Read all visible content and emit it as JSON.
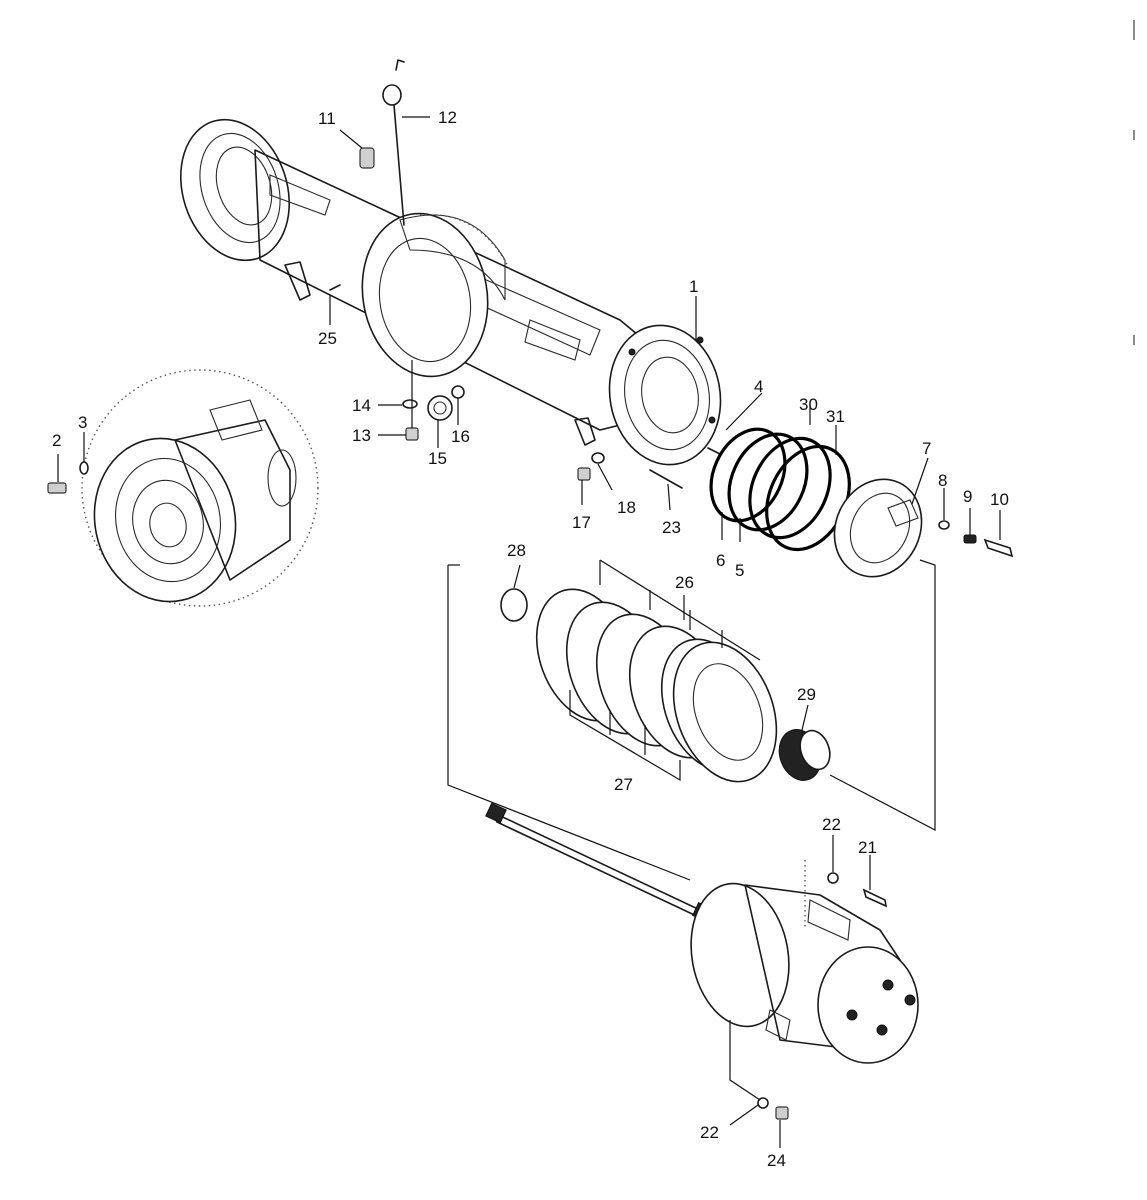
{
  "callouts": [
    {
      "id": "1",
      "label": "1"
    },
    {
      "id": "2",
      "label": "2"
    },
    {
      "id": "3",
      "label": "3"
    },
    {
      "id": "4",
      "label": "4"
    },
    {
      "id": "5",
      "label": "5"
    },
    {
      "id": "6",
      "label": "6"
    },
    {
      "id": "7",
      "label": "7"
    },
    {
      "id": "8",
      "label": "8"
    },
    {
      "id": "9",
      "label": "9"
    },
    {
      "id": "10",
      "label": "10"
    },
    {
      "id": "11",
      "label": "11"
    },
    {
      "id": "12",
      "label": "12"
    },
    {
      "id": "13",
      "label": "13"
    },
    {
      "id": "14",
      "label": "14"
    },
    {
      "id": "15",
      "label": "15"
    },
    {
      "id": "16",
      "label": "16"
    },
    {
      "id": "17",
      "label": "17"
    },
    {
      "id": "18",
      "label": "18"
    },
    {
      "id": "21",
      "label": "21"
    },
    {
      "id": "22a",
      "label": "22"
    },
    {
      "id": "22b",
      "label": "22"
    },
    {
      "id": "23",
      "label": "23"
    },
    {
      "id": "24",
      "label": "24"
    },
    {
      "id": "25",
      "label": "25"
    },
    {
      "id": "26",
      "label": "26"
    },
    {
      "id": "27",
      "label": "27"
    },
    {
      "id": "28",
      "label": "28"
    },
    {
      "id": "29",
      "label": "29"
    },
    {
      "id": "30",
      "label": "30"
    },
    {
      "id": "31",
      "label": "31"
    }
  ],
  "colors": {
    "line": "#1a1a1a",
    "background": "#ffffff"
  }
}
